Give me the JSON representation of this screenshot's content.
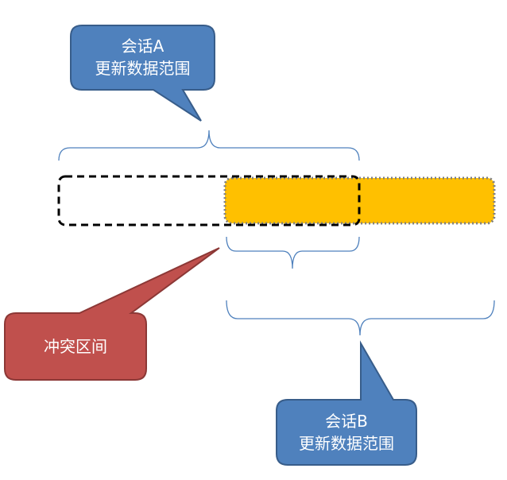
{
  "callouts": {
    "session_a": {
      "line1": "会话A",
      "line2": "更新数据范围"
    },
    "conflict": {
      "line1": "冲突区间"
    },
    "session_b": {
      "line1": "会话B",
      "line2": "更新数据范围"
    }
  },
  "colors": {
    "blue_fill": "#4f81bd",
    "blue_border": "#385d8a",
    "red_fill": "#c0504d",
    "red_border": "#8c3836",
    "range_b_fill": "#ffc000",
    "range_b_border": "#7f7f7f",
    "brace": "#4f81bd",
    "range_a_border": "#000000"
  }
}
